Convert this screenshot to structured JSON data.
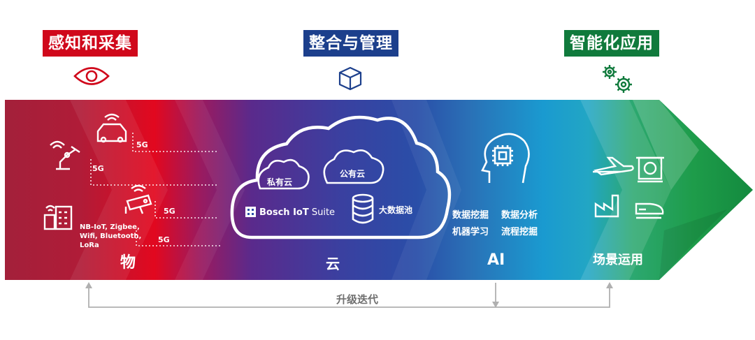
{
  "headers": {
    "sense": "感知和采集",
    "integrate": "整合与管理",
    "apply": "智能化应用"
  },
  "colors": {
    "red": "#d0081b",
    "blue": "#1c3f8c",
    "green": "#107a3c"
  },
  "icons": {
    "sense": "eye-icon",
    "integrate": "cube-icon",
    "apply": "gears-icon"
  },
  "things": {
    "label": "物",
    "net_5g": "5G",
    "protocols": [
      "NB-IoT, Zigbee,",
      "Wifi, Bluetooth,",
      "LoRa"
    ]
  },
  "cloud": {
    "label": "云",
    "private": "私有云",
    "public": "公有云",
    "bosch": "Bosch IoT",
    "suite": " Suite",
    "bigdata": "大数据池"
  },
  "ai": {
    "label": "AI",
    "items": [
      "数据挖掘",
      "数据分析",
      "机器学习",
      "流程挖掘"
    ]
  },
  "scenes": {
    "label": "场景运用"
  },
  "loop": {
    "label": "升级迭代"
  }
}
